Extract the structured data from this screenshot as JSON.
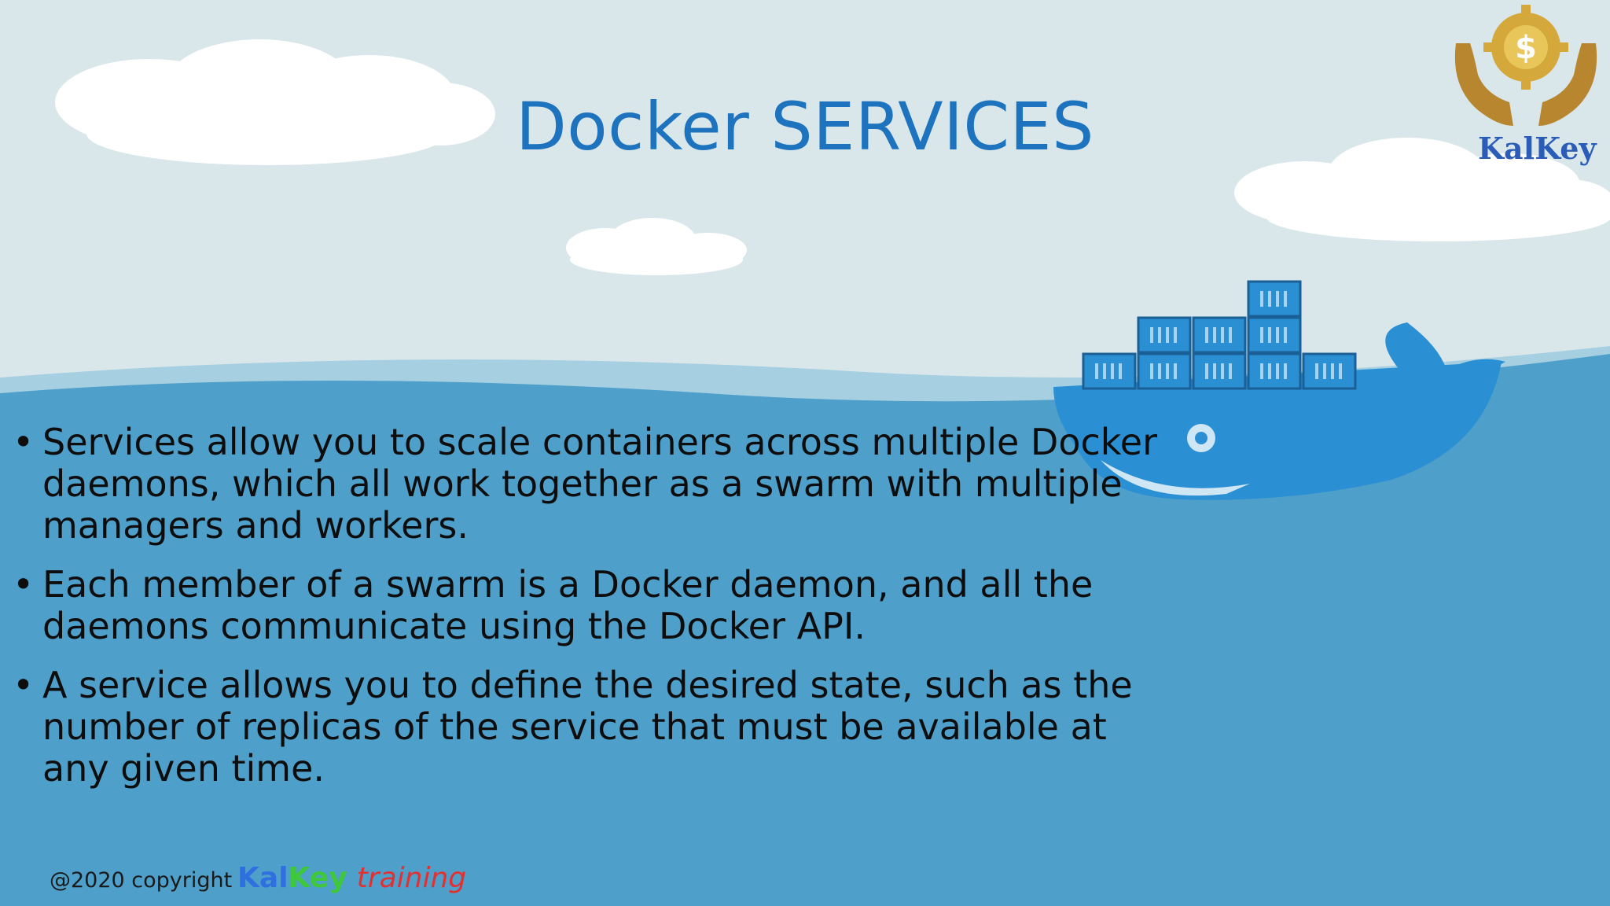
{
  "slide": {
    "title": "Docker SERVICES",
    "bullet_marker": "•",
    "bullets": [
      "Services allow you to scale containers across multiple Docker daemons, which all work together as a swarm with multiple managers and workers.",
      "Each member of a swarm is a Docker daemon, and all the daemons communicate using the Docker API.",
      "A service allows you to define the desired state, such as the number of replicas of the service that must be available at any given time."
    ]
  },
  "footer": {
    "copyright": "@2020 copyright",
    "brand_part1": "Kal",
    "brand_part2": "Key",
    "brand_part3": "training"
  },
  "logo": {
    "text": "KalKey",
    "symbol": "$"
  },
  "colors": {
    "sky": "#d9e7ea",
    "sea": "#4f9fcb",
    "title": "#1d73bd",
    "whale": "#2b8fd3"
  }
}
